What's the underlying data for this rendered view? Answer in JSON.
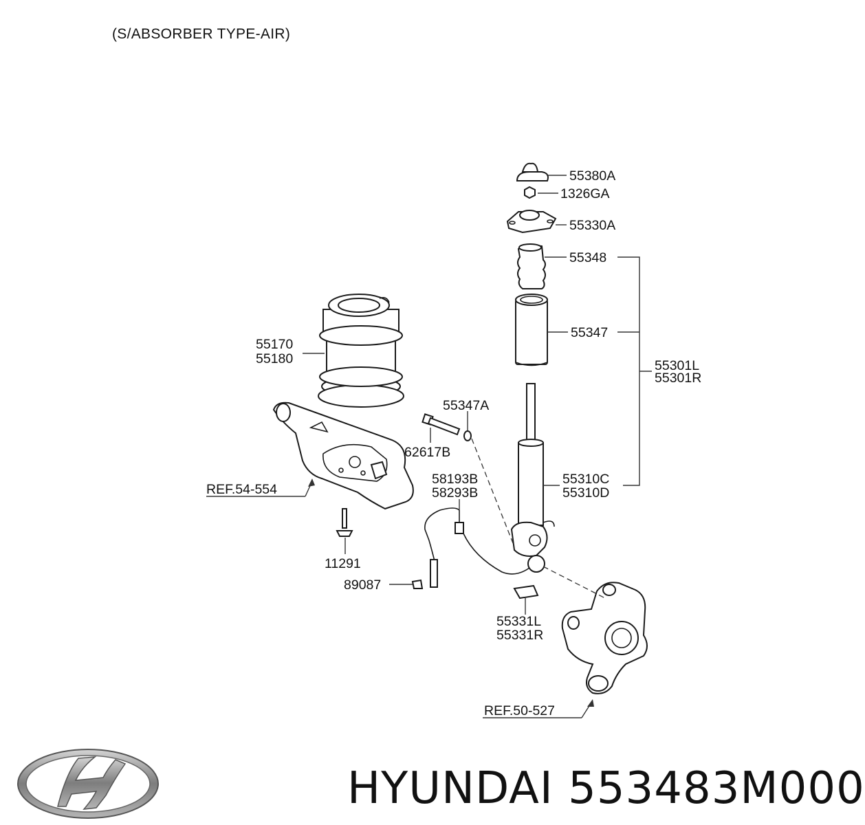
{
  "header": {
    "caption": "(S/ABSORBER TYPE-AIR)"
  },
  "footer": {
    "brand_part": "HYUNDAI 553483M000"
  },
  "labels": {
    "p55380A": "55380A",
    "p1326GA": "1326GA",
    "p55330A": "55330A",
    "p55348": "55348",
    "p55347": "55347",
    "p55301L": "55301L",
    "p55301R": "55301R",
    "p55170": "55170",
    "p55180": "55180",
    "p55347A": "55347A",
    "p62617B": "62617B",
    "p58193B": "58193B",
    "p58293B": "58293B",
    "p55310C": "55310C",
    "p55310D": "55310D",
    "ref54": "REF.54-554",
    "p11291": "11291",
    "p89087": "89087",
    "p55331L": "55331L",
    "p55331R": "55331R",
    "ref50": "REF.50-527"
  },
  "colors": {
    "line": "#1a1a1a",
    "logo": "#8a8a8a"
  }
}
